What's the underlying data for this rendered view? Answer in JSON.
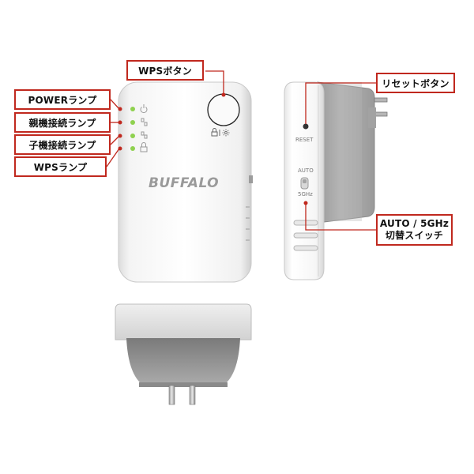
{
  "callouts": {
    "wps_button": "WPSボタン",
    "power_lamp": "POWERランプ",
    "parent_lamp": "親機接続ランプ",
    "child_lamp": "子機接続ランプ",
    "wps_lamp": "WPSランプ",
    "reset_button": "リセットボタン",
    "switch_line1": "AUTO / 5GHz",
    "switch_line2": "切替スイッチ"
  },
  "device": {
    "logo": "BUFFALO",
    "reset_label": "RESET",
    "auto_label": "AUTO",
    "ghz_label": "5GHz"
  },
  "colors": {
    "callout_border": "#c0281e",
    "leader_line": "#c0281e",
    "led_green": "#8fd14f",
    "led_red": "#c0281e"
  },
  "icons": [
    "power-icon",
    "parent-connect-icon",
    "child-connect-icon",
    "lock-icon",
    "wps-sun-icon",
    "power-plug-icon"
  ]
}
